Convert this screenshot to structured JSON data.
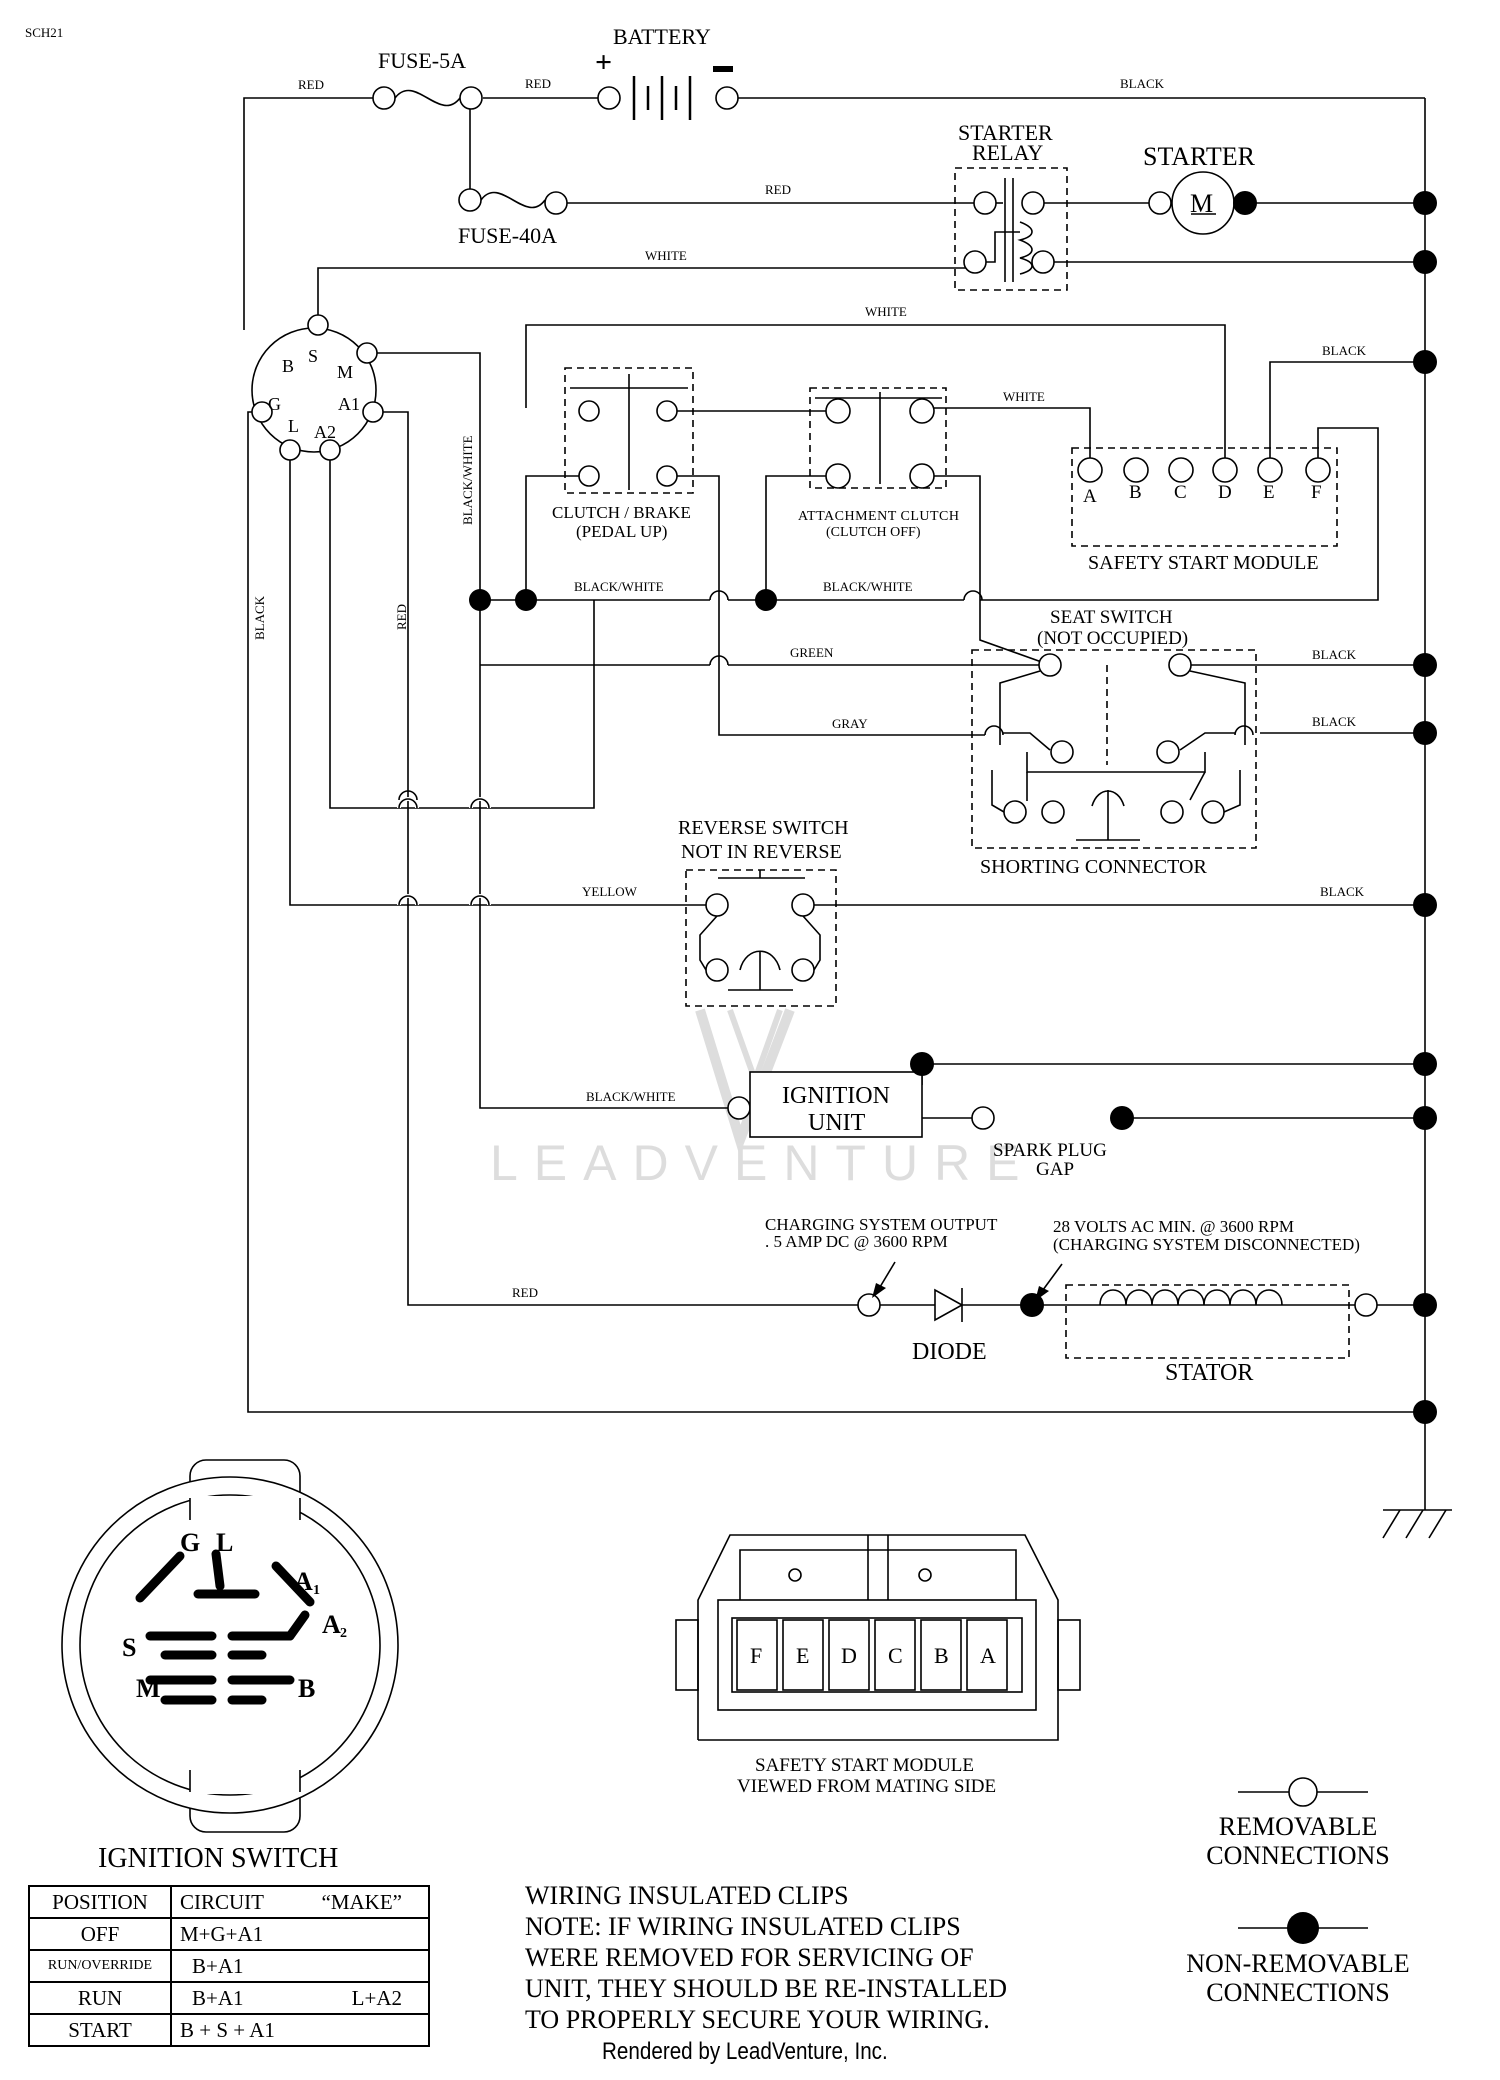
{
  "corner_code": "SCH21",
  "labels": {
    "fuse5": "FUSE-5A",
    "fuse40": "FUSE-40A",
    "battery": "BATTERY",
    "starter_relay_1": "STARTER",
    "starter_relay_2": "RELAY",
    "starter": "STARTER",
    "motor_symbol": "M",
    "clutch_brake_1": "CLUTCH / BRAKE",
    "clutch_brake_2": "(PEDAL UP)",
    "attach_1": "ATTACHMENT CLUTCH",
    "attach_2": "(CLUTCH OFF)",
    "ssm": "SAFETY START MODULE",
    "seat_1": "SEAT SWITCH",
    "seat_2": "(NOT OCCUPIED)",
    "shorting": "SHORTING CONNECTOR",
    "reverse_1": "REVERSE SWITCH",
    "reverse_2": "NOT IN REVERSE",
    "ignition_unit_1": "IGNITION",
    "ignition_unit_2": "UNIT",
    "spark_1": "SPARK PLUG",
    "spark_2": "GAP",
    "charge_1": "CHARGING SYSTEM OUTPUT",
    "charge_2": ". 5 AMP DC @ 3600 RPM",
    "volts_1": "28 VOLTS AC MIN. @ 3600 RPM",
    "volts_2": "(CHARGING SYSTEM DISCONNECTED)",
    "diode": "DIODE",
    "stator": "STATOR",
    "ignition_switch": "IGNITION SWITCH",
    "ssm_view_1": "SAFETY START MODULE",
    "ssm_view_2": "VIEWED FROM MATING SIDE",
    "watermark": "LEADVENTURE"
  },
  "wires": {
    "red_a": "RED",
    "red_b": "RED",
    "black_top": "BLACK",
    "red_fuse40": "RED",
    "white_relay": "WHITE",
    "white_top": "WHITE",
    "black_ssm": "BLACK",
    "white_ssm": "WHITE",
    "black_white_v": "BLACK/WHITE",
    "black_white_1": "BLACK/WHITE",
    "black_white_2": "BLACK/WHITE",
    "black_v": "BLACK",
    "red_v": "RED",
    "green": "GREEN",
    "gray": "GRAY",
    "black_seat1": "BLACK",
    "black_seat2": "BLACK",
    "yellow": "YELLOW",
    "black_rev": "BLACK",
    "black_white_ign": "BLACK/WHITE",
    "red_charge": "RED"
  },
  "ignition_terminals": [
    "B",
    "S",
    "M",
    "G",
    "A1",
    "L",
    "A2"
  ],
  "ssm_terminals": [
    "A",
    "B",
    "C",
    "D",
    "E",
    "F"
  ],
  "connector_view_letters": [
    "F",
    "E",
    "D",
    "C",
    "B",
    "A"
  ],
  "switch_face_letters": {
    "g": "G",
    "l": "L",
    "a1": "A",
    "a1_sub": "1",
    "a2": "A",
    "a2_sub": "2",
    "s": "S",
    "m": "M",
    "b": "B"
  },
  "table": {
    "headers": [
      "POSITION",
      "CIRCUIT",
      "“MAKE”"
    ],
    "rows": [
      {
        "position": "OFF",
        "circuit": "M+G+A1",
        "extra": ""
      },
      {
        "position": "RUN/OVERRIDE",
        "circuit": "B+A1",
        "extra": ""
      },
      {
        "position": "RUN",
        "circuit": "B+A1",
        "extra": "L+A2"
      },
      {
        "position": "START",
        "circuit": "B + S + A1",
        "extra": ""
      }
    ]
  },
  "notes": [
    "WIRING INSULATED CLIPS",
    "NOTE:  IF WIRING INSULATED CLIPS",
    "WERE REMOVED FOR SERVICING OF",
    "UNIT, THEY SHOULD BE RE-INSTALLED",
    "TO PROPERLY SECURE YOUR WIRING."
  ],
  "legend": {
    "removable_1": "REMOVABLE",
    "removable_2": "CONNECTIONS",
    "nonremovable_1": "NON-REMOVABLE",
    "nonremovable_2": "CONNECTIONS"
  },
  "footer": "Rendered by LeadVenture, Inc."
}
